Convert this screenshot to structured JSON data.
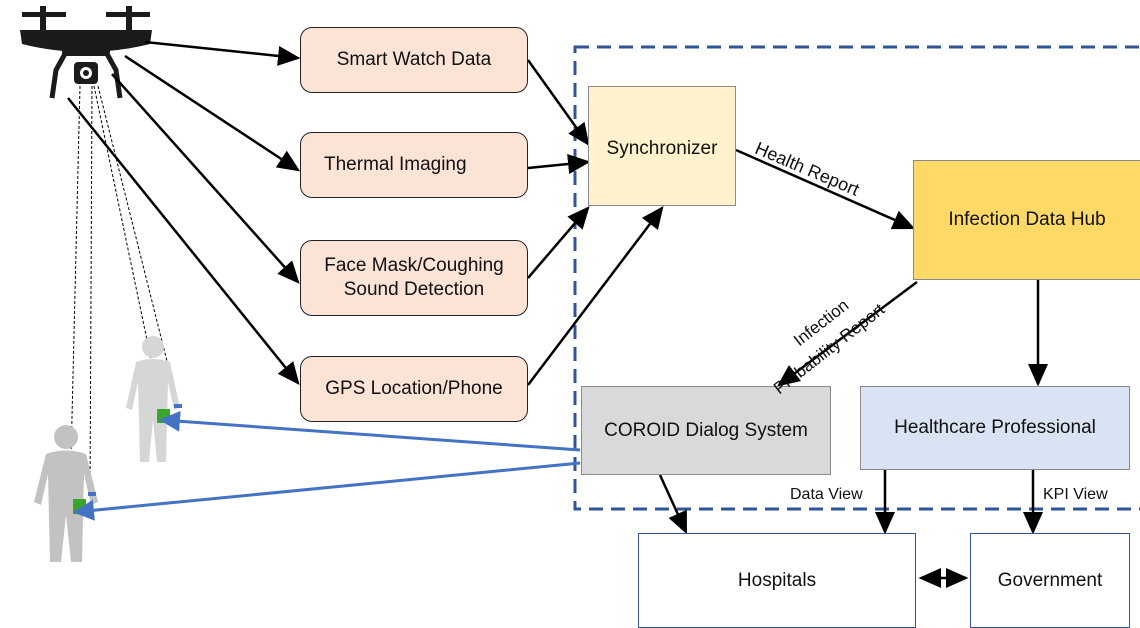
{
  "sources": {
    "smart_watch": "Smart Watch Data",
    "thermal": "Thermal Imaging",
    "face_mask_line1": "Face Mask/Coughing",
    "face_mask_line2": "Sound Detection",
    "gps": "GPS Location/Phone"
  },
  "nodes": {
    "synchronizer": "Synchronizer",
    "infection_hub": "Infection Data Hub",
    "coroid": "COROID Dialog System",
    "healthcare": "Healthcare Professional",
    "hospitals": "Hospitals",
    "government": "Government"
  },
  "edge_labels": {
    "health_report": "Health Report",
    "infection_line1": "Infection",
    "infection_line2": "Probability Report",
    "data_view": "Data View",
    "kpi_view": "KPI View"
  },
  "colors": {
    "source_fill": "#fbe3d6",
    "sync_fill": "#fff2cc",
    "hub_fill": "#ffd966",
    "coroid_fill": "#d9d9d9",
    "healthcare_fill": "#dae3f3",
    "boundary": "#2f5597",
    "feedback_arrow": "#4472c4",
    "wearable": "#3aa52b"
  },
  "icons": {
    "drone": "drone-icon",
    "person_near": "person-silhouette-icon",
    "person_far": "person-silhouette-icon"
  }
}
